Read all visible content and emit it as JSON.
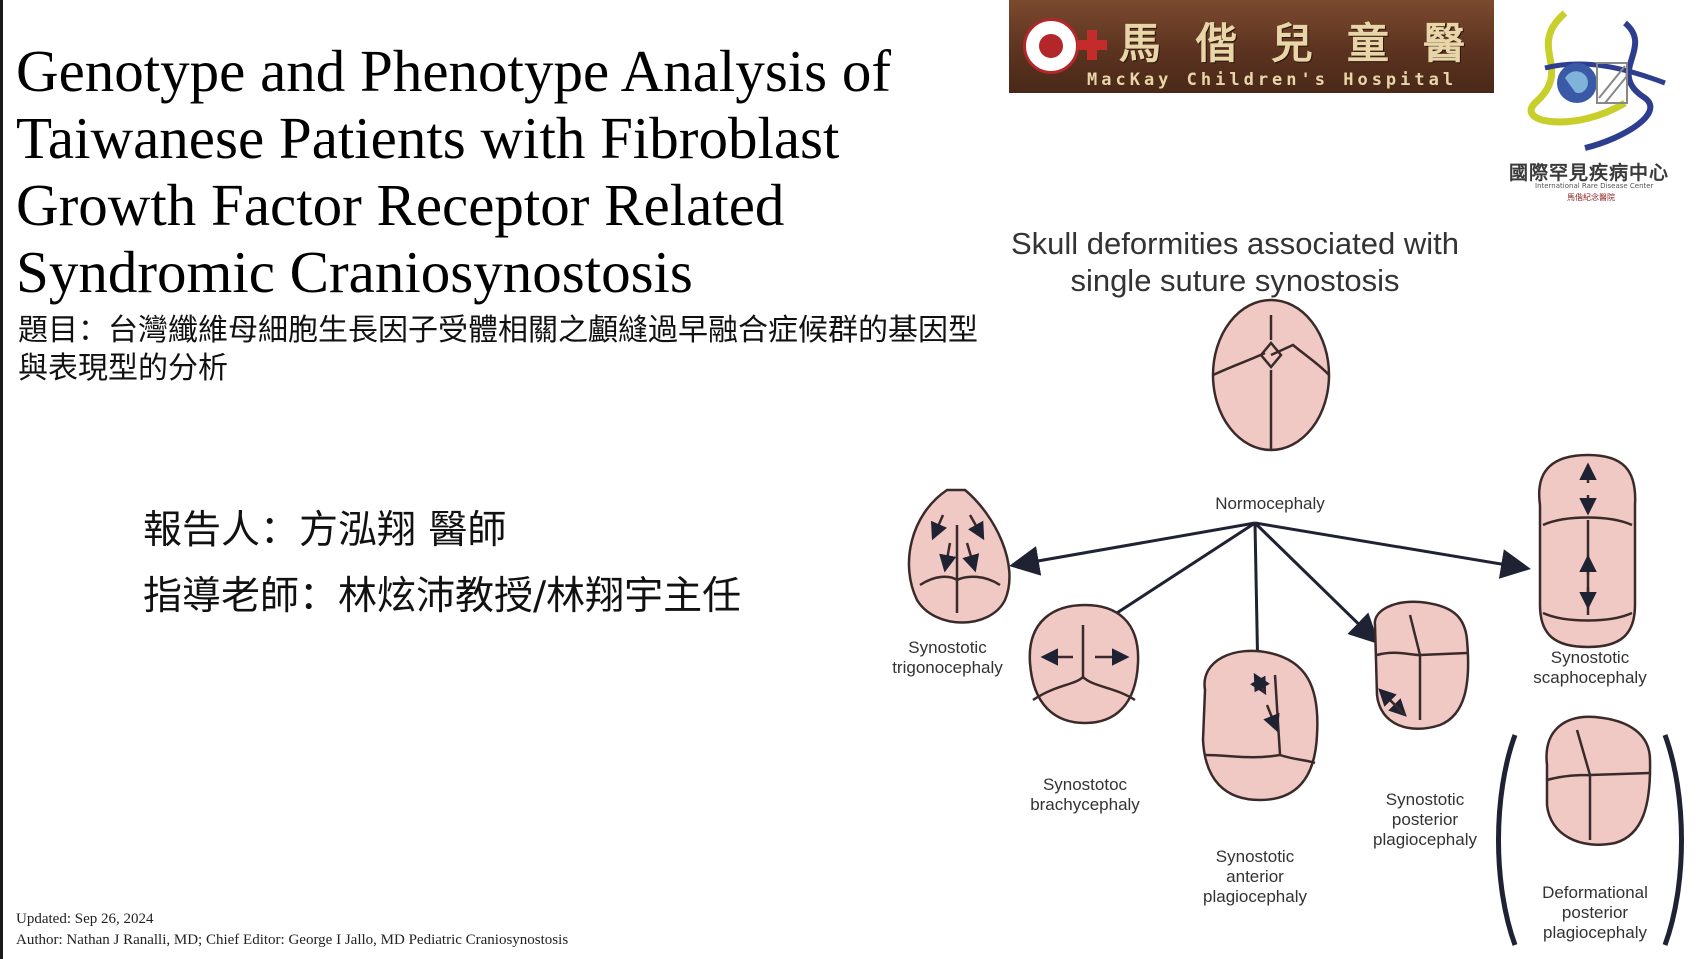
{
  "slide": {
    "title": "Genotype and Phenotype Analysis of Taiwanese Patients with Fibroblast Growth Factor Receptor Related Syndromic Craniosynostosis",
    "subtitle": "題目：台灣纖維母細胞生長因子受體相關之顱縫過早融合症候群的基因型與表現型的分析",
    "presenter": "報告人：方泓翔 醫師",
    "advisor": "指導老師：林炫沛教授/林翔宇主任",
    "footer": {
      "updated": "Updated: Sep 26, 2024",
      "author": "Author: Nathan J Ranalli, MD; Chief Editor: George I Jallo, MD Pediatric Craniosynostosis"
    }
  },
  "logos": {
    "hospital_zh": "馬偕兒童醫院",
    "hospital_en": "MacKay Children's Hospital",
    "center_zh": "國際罕見疾病中心",
    "center_en": "International Rare Disease Center",
    "center_sub": "馬偕紀念醫院"
  },
  "figure": {
    "title": "Skull deformities associated with single suture synostosis",
    "labels": {
      "normocephaly": "Normocephaly",
      "trigonocephaly": "Synostotic trigonocephaly",
      "brachycephaly": "Synostotoc brachycephaly",
      "anterior_plagiocephaly": "Synostotic anterior plagiocephaly",
      "posterior_plagiocephaly": "Synostotic posterior plagiocephaly",
      "scaphocephaly": "Synostotic scaphocephaly",
      "deformational": "Deformational posterior plagiocephaly"
    }
  },
  "colors": {
    "skull_fill": "#f0c9c4",
    "skull_stroke": "#3b2a2a",
    "banner_brown": "#5c3320",
    "banner_text": "#e9d6a8"
  }
}
